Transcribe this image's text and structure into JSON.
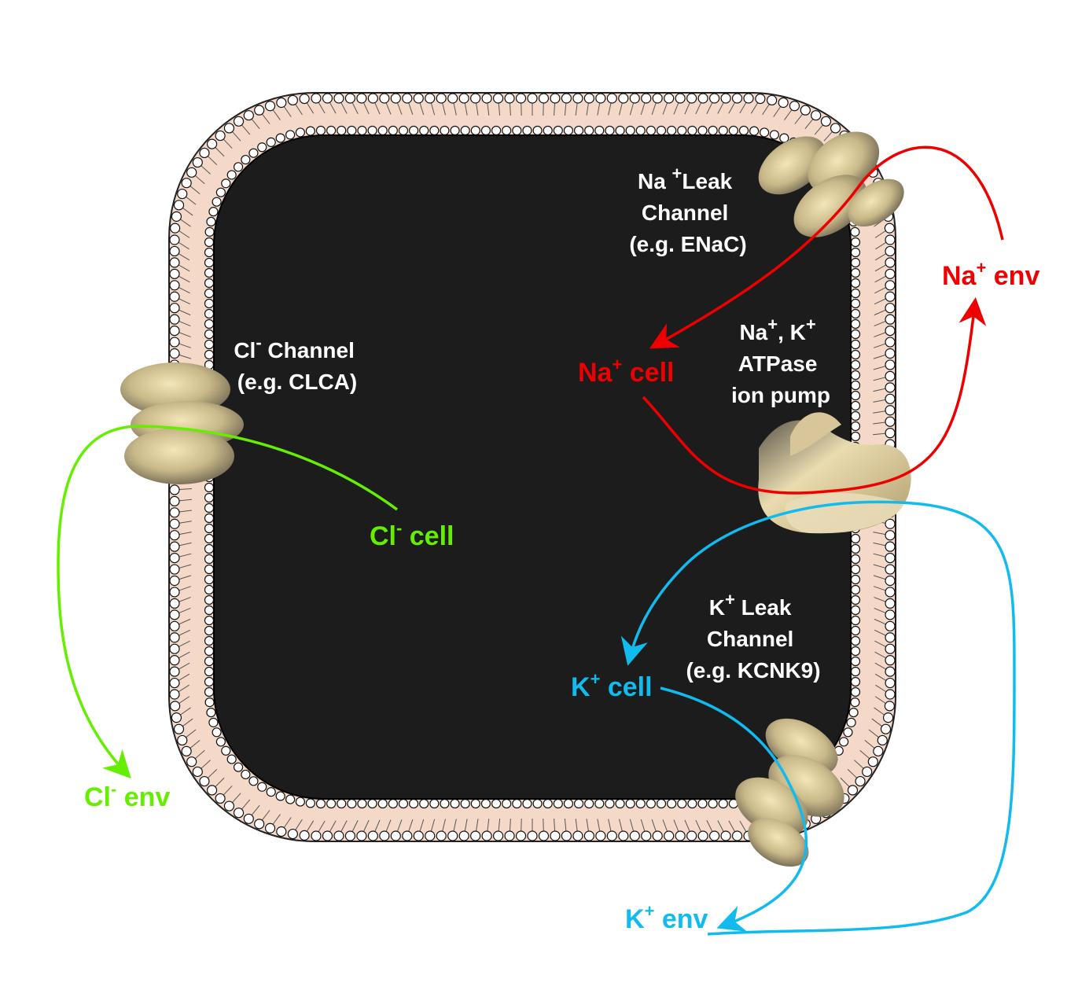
{
  "channels": {
    "na_leak": {
      "line1_a": "Na ",
      "line1_sup": "+",
      "line1_b": "Leak",
      "line2": "Channel",
      "line3": "(e.g. ENaC)"
    },
    "cl": {
      "line1_a": "Cl",
      "line1_sup": "-",
      "line1_b": " Channel",
      "line2": "(e.g. CLCA)"
    },
    "pump": {
      "line1_a": "Na",
      "line1_sup": "+",
      "line1_b": ", K",
      "line1_sup2": "+",
      "line2": "ATPase",
      "line3": "ion pump"
    },
    "k_leak": {
      "line1_a": "K",
      "line1_sup": "+",
      "line1_b": " Leak",
      "line2": "Channel",
      "line3": "(e.g. KCNK9)"
    }
  },
  "ions": {
    "na_env": {
      "base": "Na",
      "sup": "+",
      "rest": " env"
    },
    "na_cell": {
      "base": "Na",
      "sup": "+",
      "rest": " cell"
    },
    "cl_cell": {
      "base": "Cl",
      "sup": "-",
      "rest": " cell"
    },
    "cl_env": {
      "base": "Cl",
      "sup": "-",
      "rest": " env"
    },
    "k_cell": {
      "base": "K",
      "sup": "+",
      "rest": " cell"
    },
    "k_env": {
      "base": "K",
      "sup": "+",
      "rest": " env"
    }
  },
  "colors": {
    "na": "#ee0000",
    "cl": "#66ee00",
    "k": "#11bbee",
    "cytoplasm": "#1c1c1c",
    "membrane_fill": "#f4d8c8",
    "protein": "#c9b98a"
  }
}
